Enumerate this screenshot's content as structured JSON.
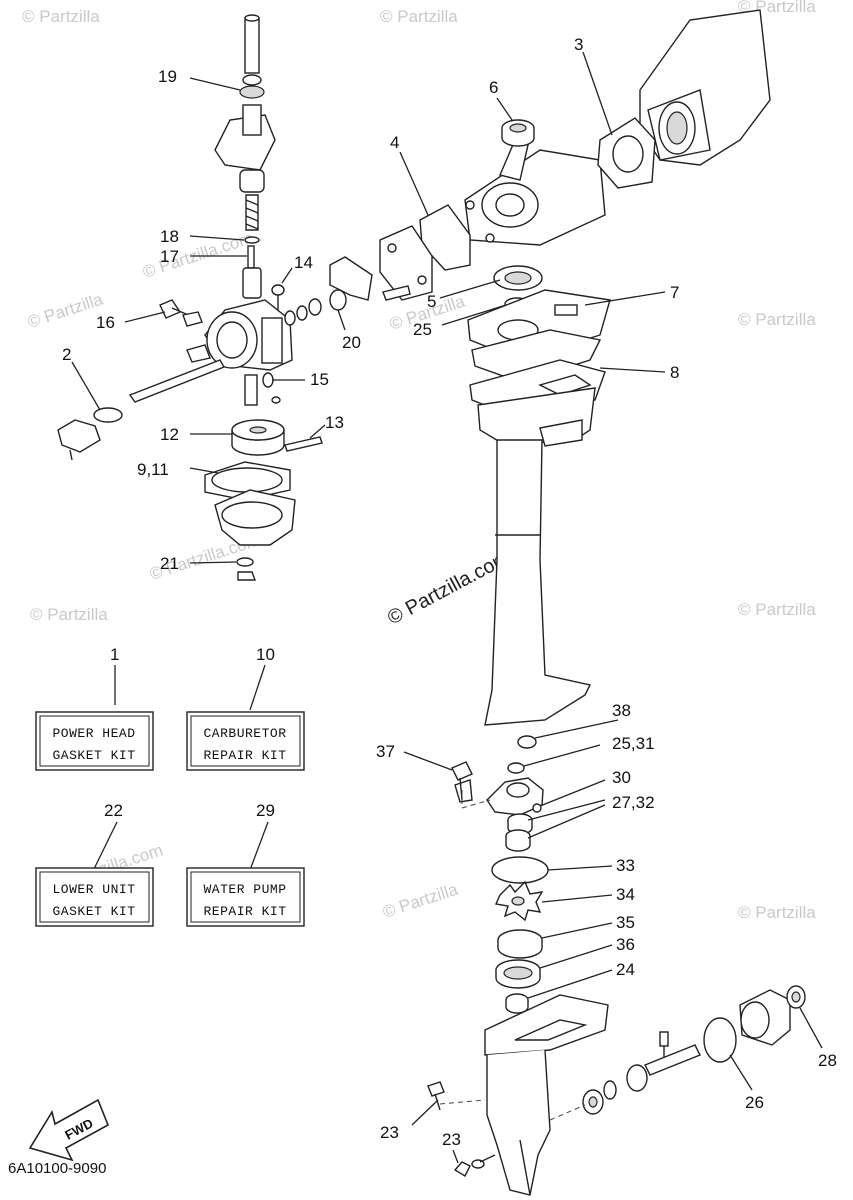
{
  "watermarks": {
    "corner": "© Partzilla",
    "diagonal_small": "© Partzilla.com",
    "center": "© Partzilla.com"
  },
  "callouts": [
    {
      "id": "c19",
      "label": "19"
    },
    {
      "id": "c6",
      "label": "6"
    },
    {
      "id": "c3",
      "label": "3"
    },
    {
      "id": "c4",
      "label": "4"
    },
    {
      "id": "c18",
      "label": "18"
    },
    {
      "id": "c17",
      "label": "17"
    },
    {
      "id": "c14",
      "label": "14"
    },
    {
      "id": "c16",
      "label": "16"
    },
    {
      "id": "c20",
      "label": "20"
    },
    {
      "id": "c5",
      "label": "5"
    },
    {
      "id": "c25",
      "label": "25"
    },
    {
      "id": "c7",
      "label": "7"
    },
    {
      "id": "c2",
      "label": "2"
    },
    {
      "id": "c15",
      "label": "15"
    },
    {
      "id": "c8",
      "label": "8"
    },
    {
      "id": "c12",
      "label": "12"
    },
    {
      "id": "c13",
      "label": "13"
    },
    {
      "id": "c911",
      "label": "9,11"
    },
    {
      "id": "c21",
      "label": "21"
    },
    {
      "id": "c1",
      "label": "1"
    },
    {
      "id": "c10",
      "label": "10"
    },
    {
      "id": "c38",
      "label": "38"
    },
    {
      "id": "c37",
      "label": "37"
    },
    {
      "id": "c2531",
      "label": "25,31"
    },
    {
      "id": "c30",
      "label": "30"
    },
    {
      "id": "c2732",
      "label": "27,32"
    },
    {
      "id": "c22",
      "label": "22"
    },
    {
      "id": "c29",
      "label": "29"
    },
    {
      "id": "c33",
      "label": "33"
    },
    {
      "id": "c34",
      "label": "34"
    },
    {
      "id": "c35",
      "label": "35"
    },
    {
      "id": "c36",
      "label": "36"
    },
    {
      "id": "c24",
      "label": "24"
    },
    {
      "id": "c28",
      "label": "28"
    },
    {
      "id": "c26",
      "label": "26"
    },
    {
      "id": "c23a",
      "label": "23"
    },
    {
      "id": "c23b",
      "label": "23"
    }
  ],
  "kits": {
    "power_head": {
      "line1": "POWER HEAD",
      "line2": "GASKET KIT"
    },
    "carburetor": {
      "line1": "CARBURETOR",
      "line2": "REPAIR KIT"
    },
    "lower_unit": {
      "line1": "LOWER UNIT",
      "line2": "GASKET KIT"
    },
    "water_pump": {
      "line1": "WATER PUMP",
      "line2": "REPAIR KIT"
    }
  },
  "fwd_label": "FWD",
  "diagram_code": "6A10100-9090"
}
